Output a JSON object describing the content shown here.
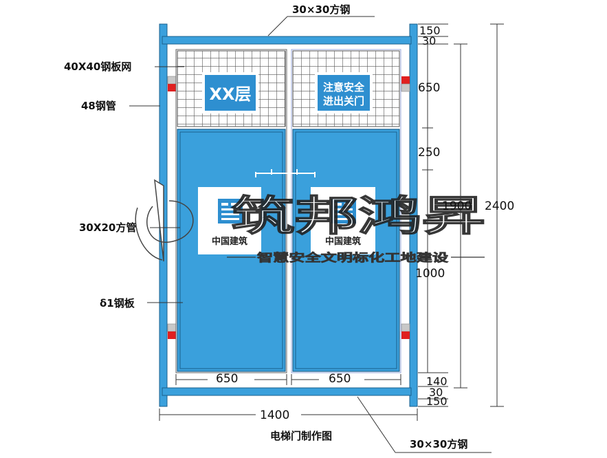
{
  "colors": {
    "frame": "#3aa0dc",
    "panel": "#3aa0dc",
    "panel_border": "#1a5f8c",
    "mesh": "#555555",
    "hinge_red": "#e02020",
    "hinge_grey": "#c8c8c8",
    "dimension_line": "#333333"
  },
  "labels": {
    "top_steel": "30×30方钢",
    "mesh": "40X40钢板网",
    "pipe48": "48钢管",
    "tube30x20": "30X20方管",
    "plate": "δ1钢板",
    "bottom_steel": "30×30方钢",
    "caption": "电梯门制作图"
  },
  "signs": {
    "floor_sign": "XX层",
    "safety_line1": "注意安全",
    "safety_line2": "进出关门"
  },
  "logo": {
    "text": "中国建筑"
  },
  "dimensions": {
    "right_150_top": "150",
    "right_30_top": "30",
    "right_650": "650",
    "right_250": "250",
    "right_1000": "1000",
    "right_140": "140",
    "right_30_bottom": "30",
    "right_150_bottom": "150",
    "overall_1900": "1900",
    "overall_2400": "2400",
    "panel_width_left": "650",
    "panel_width_right": "650",
    "overall_width": "1400"
  },
  "watermark": {
    "main": "筑邦鸿昇",
    "sub": "智慧安全文明标化工地建设"
  }
}
